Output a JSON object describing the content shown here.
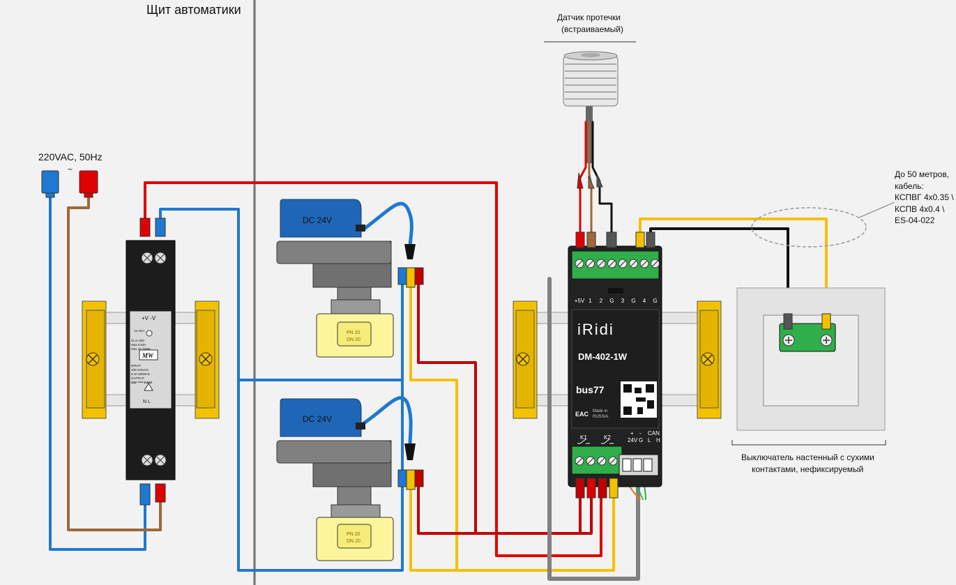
{
  "labels": {
    "panel_title": "Щит автоматики",
    "mains": "220VAC, 50Hz",
    "tilde": "~",
    "sensor_line1": "Датчик протечки",
    "sensor_line2": "(встраиваемый)",
    "cable_line1": "До 50 метров,",
    "cable_line2": "кабель:",
    "cable_line3": "КСПВГ 4x0.35 \\",
    "cable_line4": "КСПВ 4x0.4 \\",
    "cable_line5": "ES-04-022",
    "switch_line1": "Выключатель настенный с сухими",
    "switch_line2": "контактами, нефиксируемый"
  },
  "actuators": {
    "top": {
      "label": "DC 24V",
      "pn": "PN 20",
      "dn": "DN 20"
    },
    "bottom": {
      "label": "DC 24V",
      "pn": "PN 20",
      "dn": "DN 20"
    }
  },
  "psu": {
    "terminals_top": "+V   -V",
    "adj": "Vo ADJ.",
    "specs": [
      "21.6~29V",
      "Max.0.63A",
      "Max.15.2Watt"
    ],
    "brand": "MW",
    "input_lines": [
      "INPUT:",
      "100-240VAC",
      "0.4A  50/60Hz",
      "OUTPUT:",
      "24V  ===  0.63A"
    ],
    "terminals_bottom": "N     L"
  },
  "module": {
    "brand": "iRidi",
    "model": "DM-402-1W",
    "bus": "bus77",
    "made": "Made in",
    "country": "RUSSIA",
    "top_terminals": [
      "+5V",
      "1",
      "2",
      "G",
      "3",
      "G",
      "4",
      "G"
    ],
    "relay_k1": "K1",
    "relay_k2": "K2",
    "power_labels": [
      "+",
      "-",
      "24V",
      "G"
    ],
    "can_labels": [
      "CAN",
      "L",
      "H"
    ]
  },
  "colors": {
    "red": "#e00000",
    "dark_red": "#c00000",
    "blue": "#1f78d1",
    "brown": "#a0673a",
    "yellow": "#f5c000",
    "black": "#111111",
    "grey": "#808080",
    "din_bracket": "#f2c200",
    "module_body": "#222222",
    "terminal_green": "#2fae4a"
  }
}
